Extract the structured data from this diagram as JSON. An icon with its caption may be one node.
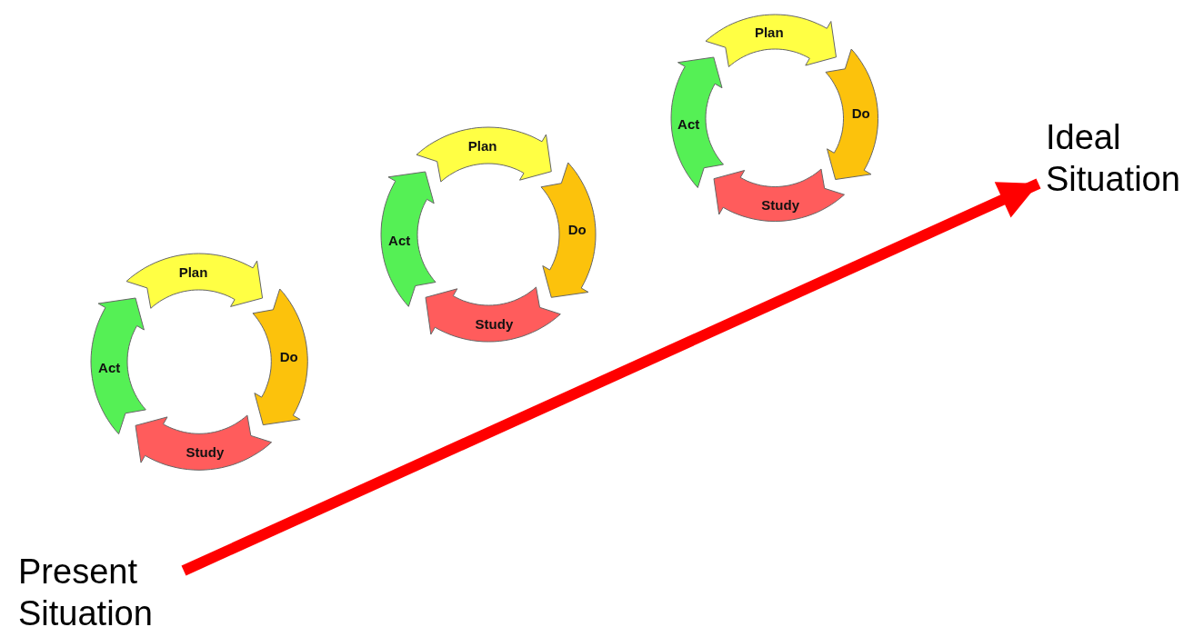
{
  "diagram": {
    "nodes": [
      {
        "text": [
          "Plan"
        ]
      },
      {
        "text": [
          "Do"
        ]
      },
      {
        "text": [
          "Study"
        ]
      },
      {
        "text": [
          "Act"
        ]
      },
      {
        "text": [
          "Plan"
        ]
      },
      {
        "text": [
          "Do"
        ]
      },
      {
        "text": [
          "Study"
        ]
      },
      {
        "text": [
          "Act"
        ]
      },
      {
        "text": [
          "Plan"
        ]
      },
      {
        "text": [
          "Do"
        ]
      },
      {
        "text": [
          "Study"
        ]
      },
      {
        "text": [
          "Act"
        ]
      },
      {
        "text": [
          "Present Situation"
        ]
      },
      {
        "text": [
          "Ideal Situation"
        ]
      }
    ],
    "edges": [
      {
        "from": 12,
        "to": 13,
        "arrow": "to",
        "color": "#ff0000"
      }
    ]
  }
}
